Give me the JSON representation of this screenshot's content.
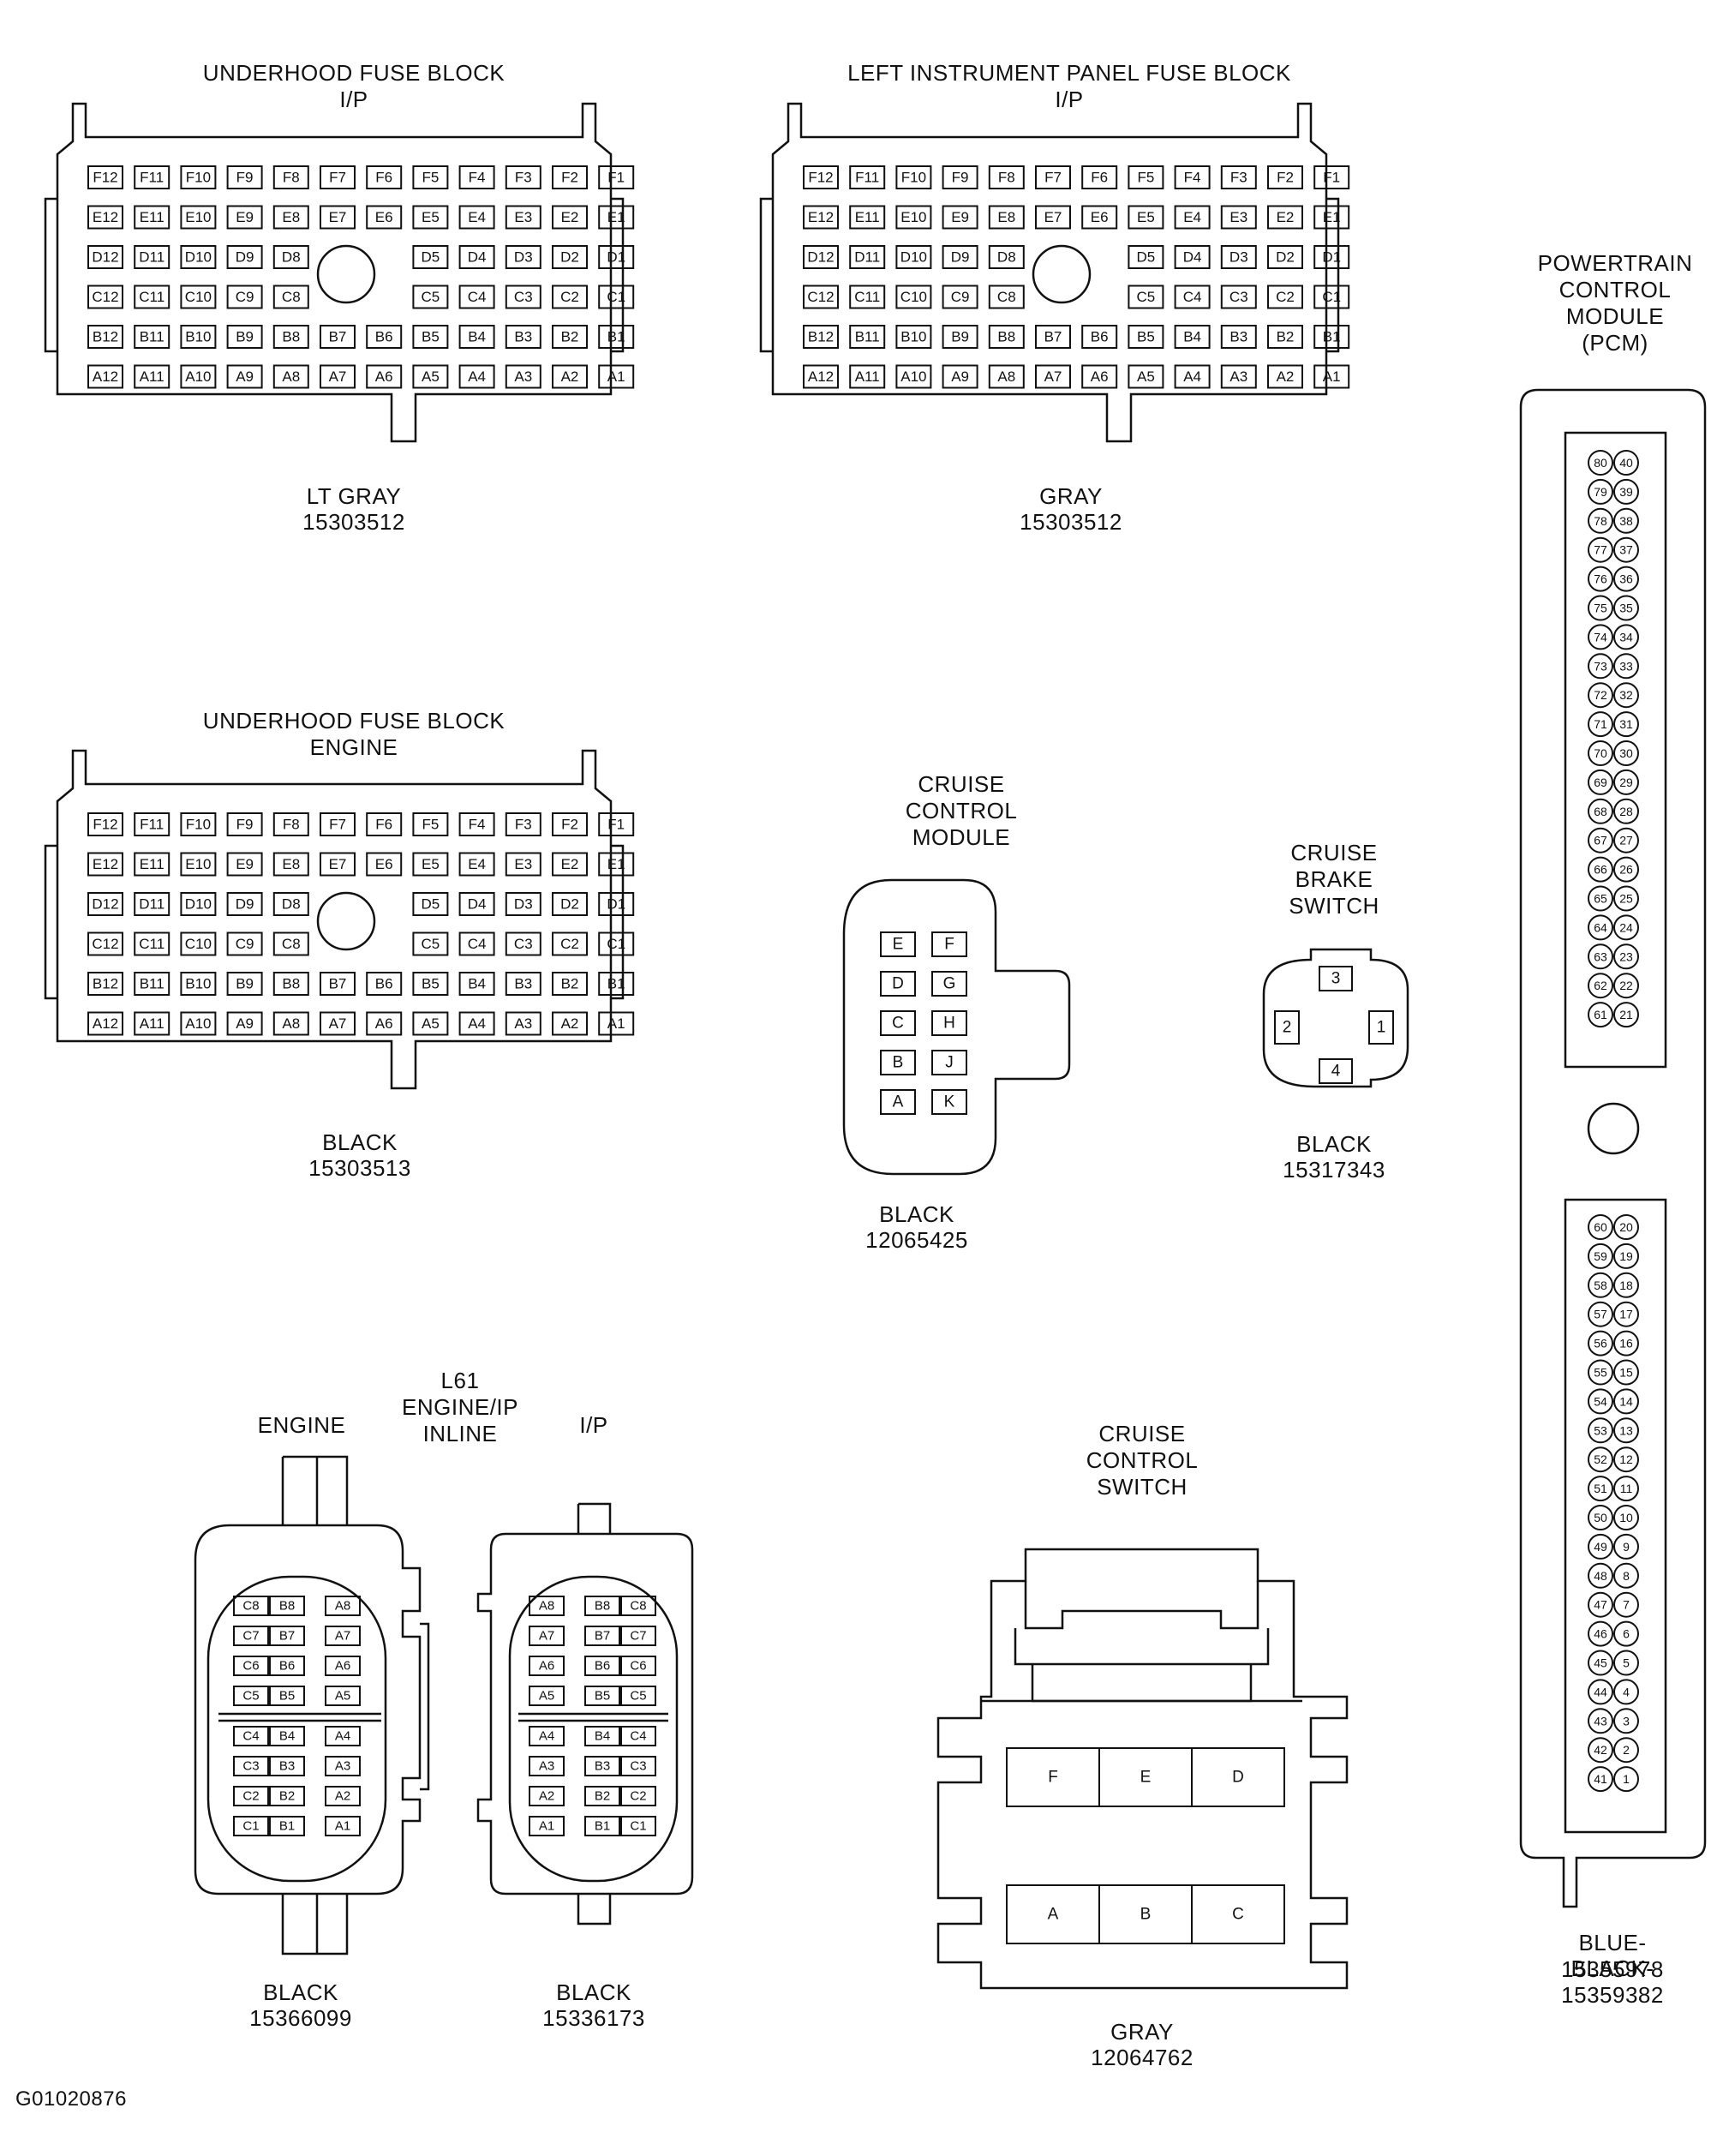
{
  "fuse_grid": {
    "rows": [
      "F",
      "E",
      "D",
      "C",
      "B",
      "A"
    ],
    "cols": [
      "12",
      "11",
      "10",
      "9",
      "8",
      "7",
      "6",
      "5",
      "4",
      "3",
      "2",
      "1"
    ]
  },
  "connectors": [
    {
      "key": "uhfb_ip",
      "title": "UNDERHOOD FUSE BLOCK\nI/P",
      "color": "LT GRAY",
      "part": "15303512"
    },
    {
      "key": "lipfb_ip",
      "title": "LEFT INSTRUMENT PANEL FUSE BLOCK\nI/P",
      "color": "GRAY",
      "part": "15303512"
    },
    {
      "key": "uhfb_engine",
      "title": "UNDERHOOD FUSE BLOCK\nENGINE",
      "color": "BLACK",
      "part": "15303513"
    },
    {
      "key": "ccm",
      "title": "CRUISE\nCONTROL\nMODULE",
      "color": "BLACK",
      "part": "12065425",
      "pins": [
        [
          "E",
          "F"
        ],
        [
          "D",
          "G"
        ],
        [
          "C",
          "H"
        ],
        [
          "B",
          "J"
        ],
        [
          "A",
          "K"
        ]
      ]
    },
    {
      "key": "cbs",
      "title": "CRUISE\nBRAKE\nSWITCH",
      "color": "BLACK",
      "part": "15317343",
      "pins": [
        "3",
        "2",
        "1",
        "4"
      ]
    },
    {
      "key": "pcm",
      "title": "POWERTRAIN\nCONTROL\nMODULE\n(PCM)",
      "color": "BLUE-15355978",
      "part": "BLACK-15359382"
    },
    {
      "key": "l61",
      "title": "L61\nENGINE/IP\nINLINE",
      "left_label": "ENGINE",
      "right_label": "I/P"
    },
    {
      "key": "l61_engine",
      "color": "BLACK",
      "part": "15366099",
      "pins": [
        [
          "C8",
          "B8",
          "A8"
        ],
        [
          "C7",
          "B7",
          "A7"
        ],
        [
          "C6",
          "B6",
          "A6"
        ],
        [
          "C5",
          "B5",
          "A5"
        ],
        [
          "C4",
          "B4",
          "A4"
        ],
        [
          "C3",
          "B3",
          "A3"
        ],
        [
          "C2",
          "B2",
          "A2"
        ],
        [
          "C1",
          "B1",
          "A1"
        ]
      ]
    },
    {
      "key": "l61_ip",
      "color": "BLACK",
      "part": "15336173",
      "pins": [
        [
          "A8",
          "B8",
          "C8"
        ],
        [
          "A7",
          "B7",
          "C7"
        ],
        [
          "A6",
          "B6",
          "C6"
        ],
        [
          "A5",
          "B5",
          "C5"
        ],
        [
          "A4",
          "B4",
          "C4"
        ],
        [
          "A3",
          "B3",
          "C3"
        ],
        [
          "A2",
          "B2",
          "C2"
        ],
        [
          "A1",
          "B1",
          "C1"
        ]
      ]
    },
    {
      "key": "ccs",
      "title": "CRUISE\nCONTROL\nSWITCH",
      "color": "GRAY",
      "part": "12064762",
      "pins": [
        [
          "F",
          "E",
          "D"
        ],
        [
          "A",
          "B",
          "C"
        ]
      ]
    }
  ],
  "figure_id": "G01020876"
}
